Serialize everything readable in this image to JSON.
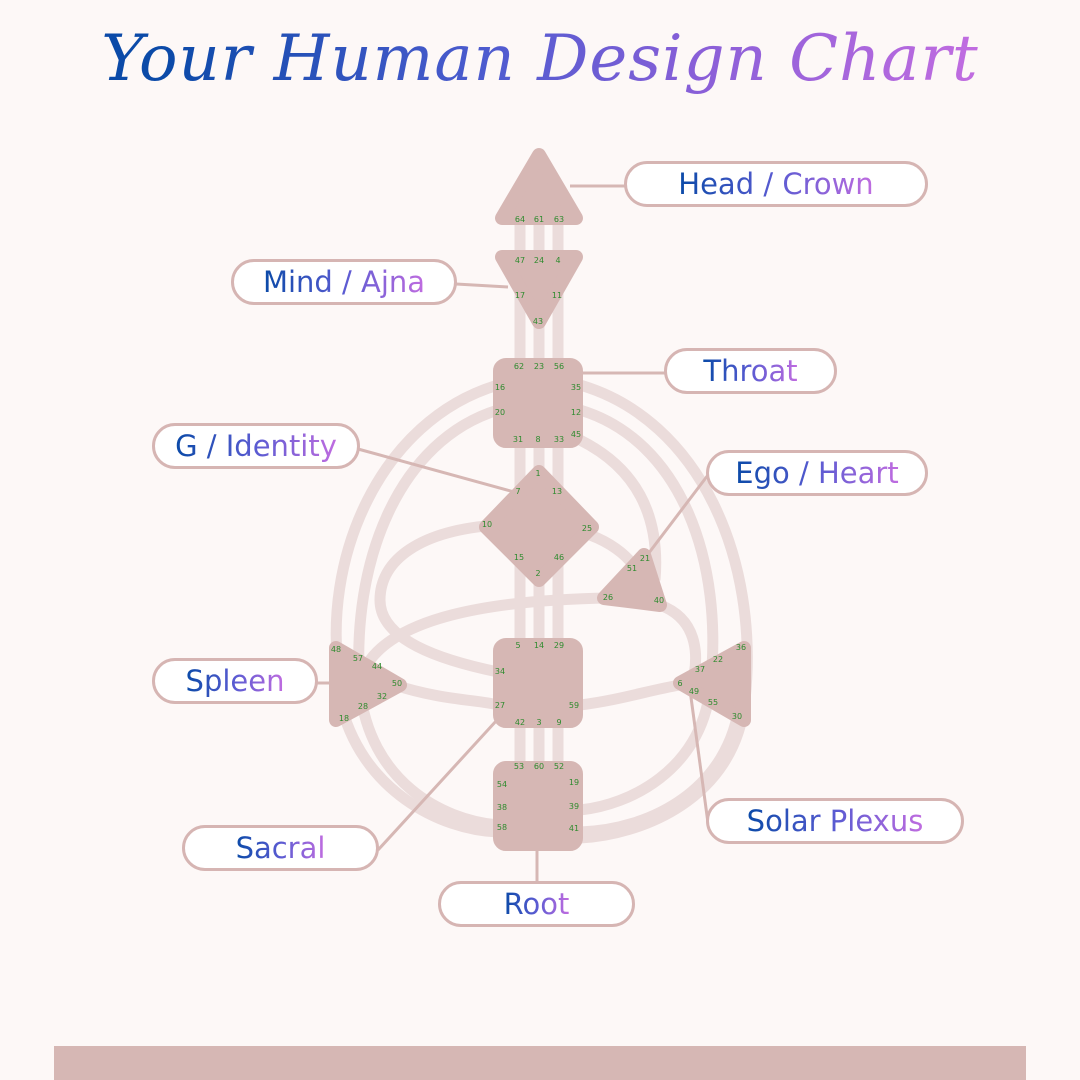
{
  "title": "Your Human Design Chart",
  "colors": {
    "background": "#fdf8f7",
    "center_fill": "#d6b7b4",
    "channel": "#ebdcdb",
    "gate_text": "#2e8b2e",
    "title_start": "#0b4aa8",
    "title_end": "#c06ce0"
  },
  "labels": {
    "head": "Head / Crown",
    "mind": "Mind / Ajna",
    "throat": "Throat",
    "g": "G / Identity",
    "ego": "Ego / Heart",
    "spleen": "Spleen",
    "solar": "Solar Plexus",
    "sacral": "Sacral",
    "root": "Root"
  },
  "gates": {
    "head": [
      "64",
      "61",
      "63"
    ],
    "mind": [
      "47",
      "24",
      "4",
      "17",
      "11",
      "43"
    ],
    "throat": [
      "62",
      "23",
      "56",
      "16",
      "35",
      "20",
      "12",
      "45",
      "31",
      "8",
      "33"
    ],
    "g": [
      "1",
      "7",
      "13",
      "10",
      "25",
      "15",
      "46",
      "2"
    ],
    "ego": [
      "21",
      "51",
      "26",
      "40"
    ],
    "spleen": [
      "48",
      "57",
      "44",
      "50",
      "32",
      "28",
      "18"
    ],
    "sacral": [
      "5",
      "14",
      "29",
      "34",
      "27",
      "59",
      "42",
      "3",
      "9"
    ],
    "solar": [
      "36",
      "22",
      "37",
      "6",
      "49",
      "55",
      "30"
    ],
    "root": [
      "53",
      "60",
      "52",
      "54",
      "19",
      "38",
      "39",
      "58",
      "41"
    ]
  }
}
